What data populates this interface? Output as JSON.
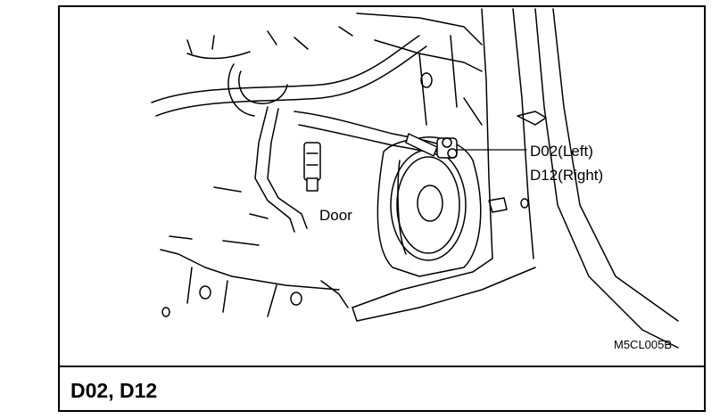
{
  "labels": {
    "door": "Door",
    "left_connector": "D02(Left)",
    "right_connector": "D12(Right)",
    "figure_code": "M5CL005B",
    "title": "D02, D12"
  },
  "icons": [
    "speaker-icon",
    "connector-icon"
  ],
  "colors": {
    "ink": "#000000",
    "paper": "#ffffff"
  }
}
